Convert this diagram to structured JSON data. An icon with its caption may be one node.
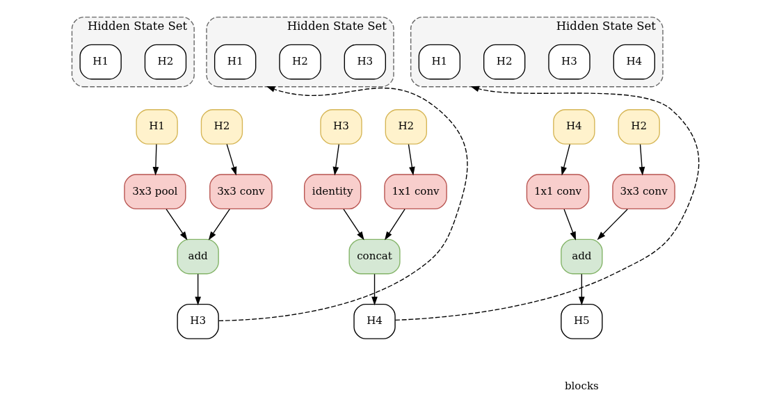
{
  "diagram": {
    "nodes": [
      {
        "text": [
          "Hidden State Set"
        ]
      },
      {
        "text": [
          "H1"
        ],
        "in": 0
      },
      {
        "text": [
          "H2"
        ],
        "in": 0
      },
      {
        "text": [
          "Hidden State Set"
        ]
      },
      {
        "text": [
          "H1"
        ],
        "in": 3
      },
      {
        "text": [
          "H2"
        ],
        "in": 3
      },
      {
        "text": [
          "H3"
        ],
        "in": 3
      },
      {
        "text": [
          "Hidden State Set"
        ]
      },
      {
        "text": [
          "H1"
        ],
        "in": 7
      },
      {
        "text": [
          "H2"
        ],
        "in": 7
      },
      {
        "text": [
          "H3"
        ],
        "in": 7
      },
      {
        "text": [
          "H4"
        ],
        "in": 7
      },
      {
        "text": [
          "H1"
        ]
      },
      {
        "text": [
          "H2"
        ]
      },
      {
        "text": [
          "3x3 pool"
        ]
      },
      {
        "text": [
          "3x3 conv"
        ]
      },
      {
        "text": [
          "add"
        ]
      },
      {
        "text": [
          "H3"
        ]
      },
      {
        "text": [
          "H3"
        ]
      },
      {
        "text": [
          "H2"
        ]
      },
      {
        "text": [
          "identity"
        ]
      },
      {
        "text": [
          "1x1 conv"
        ]
      },
      {
        "text": [
          "concat"
        ]
      },
      {
        "text": [
          "H4"
        ]
      },
      {
        "text": [
          "H4"
        ]
      },
      {
        "text": [
          "H2"
        ]
      },
      {
        "text": [
          "1x1 conv"
        ]
      },
      {
        "text": [
          "3x3 conv"
        ]
      },
      {
        "text": [
          "add"
        ]
      },
      {
        "text": [
          "H5"
        ]
      }
    ],
    "edges": [
      {
        "from": 12,
        "to": 14,
        "arrow": "to"
      },
      {
        "from": 13,
        "to": 15,
        "arrow": "to"
      },
      {
        "from": 14,
        "to": 16,
        "arrow": "to"
      },
      {
        "from": 15,
        "to": 16,
        "arrow": "to"
      },
      {
        "from": 16,
        "to": 17,
        "arrow": "to"
      },
      {
        "from": 17,
        "to": 3,
        "arrow": "to",
        "style": "dashed"
      },
      {
        "from": 18,
        "to": 20,
        "arrow": "to"
      },
      {
        "from": 19,
        "to": 21,
        "arrow": "to"
      },
      {
        "from": 20,
        "to": 22,
        "arrow": "to"
      },
      {
        "from": 21,
        "to": 22,
        "arrow": "to"
      },
      {
        "from": 22,
        "to": 23,
        "arrow": "to"
      },
      {
        "from": 23,
        "to": 7,
        "arrow": "to",
        "style": "dashed"
      },
      {
        "from": 24,
        "to": 26,
        "arrow": "to"
      },
      {
        "from": 25,
        "to": 27,
        "arrow": "to"
      },
      {
        "from": 26,
        "to": 28,
        "arrow": "to"
      },
      {
        "from": 27,
        "to": 28,
        "arrow": "to"
      },
      {
        "from": 28,
        "to": 29,
        "arrow": "to"
      }
    ],
    "labels": [
      "blocks"
    ]
  }
}
